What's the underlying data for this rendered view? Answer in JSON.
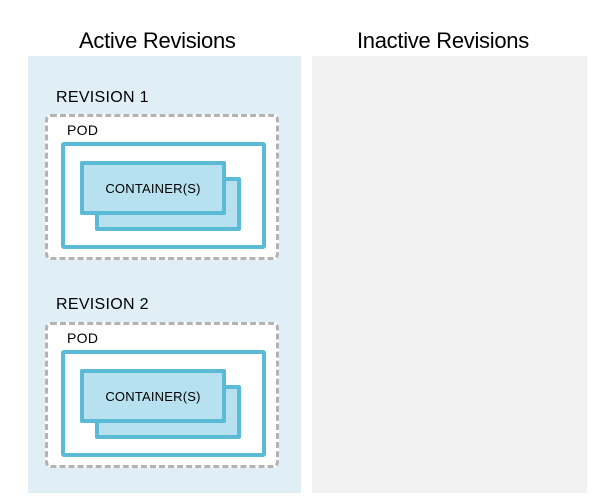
{
  "columns": {
    "active_title": "Active Revisions",
    "inactive_title": "Inactive Revisions"
  },
  "revisions": [
    {
      "label": "REVISION 1",
      "pod_label": "POD",
      "container_label": "CONTAINER(S)"
    },
    {
      "label": "REVISION 2",
      "pod_label": "POD",
      "container_label": "CONTAINER(S)"
    }
  ],
  "colors": {
    "active_panel_bg": "#e0eff6",
    "inactive_panel_bg": "#f2f2f2",
    "revision_border": "#b3b3b3",
    "pod_border": "#5bbad5",
    "container_fill": "#b7e1ee"
  }
}
